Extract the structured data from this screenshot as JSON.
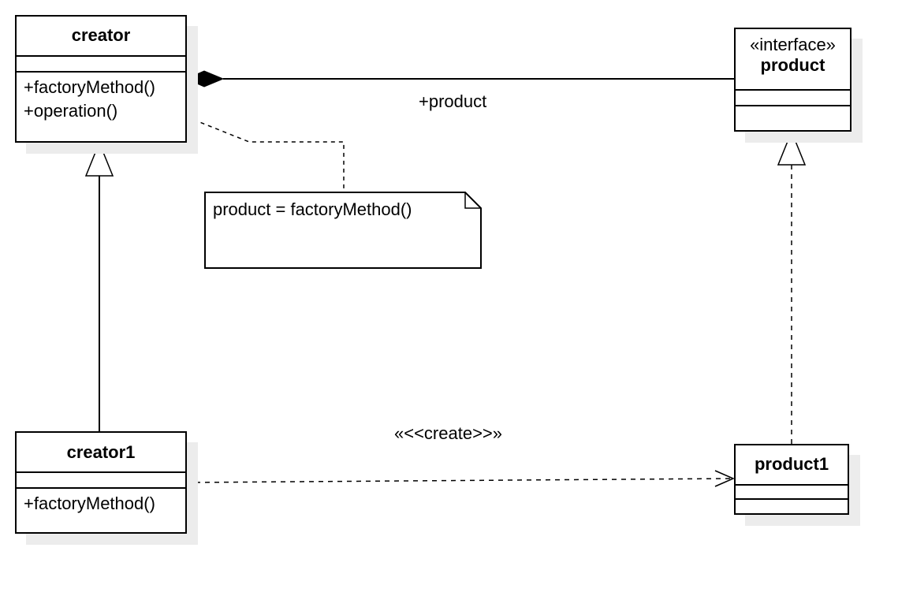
{
  "classes": {
    "creator": {
      "name": "creator",
      "methods": [
        "+factoryMethod()",
        "+operation()"
      ]
    },
    "product": {
      "stereotype": "«interface»",
      "name": "product"
    },
    "creator1": {
      "name": "creator1",
      "methods": [
        "+factoryMethod()"
      ]
    },
    "product1": {
      "name": "product1"
    }
  },
  "note": {
    "text": "product = factoryMethod()"
  },
  "relations": {
    "composition_label": "+product",
    "create_label": "«<<create>>»"
  }
}
